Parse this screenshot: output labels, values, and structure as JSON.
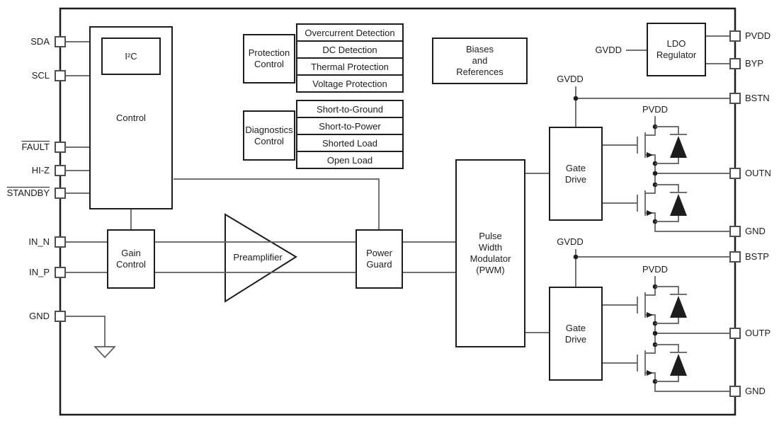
{
  "colors": {
    "wire": "#5c5c5c",
    "block_border": "#1d1d1d",
    "pin_border": "#4f4f4f",
    "background": "#ffffff"
  },
  "pins": {
    "left": [
      {
        "label": "SDA",
        "active_low": false
      },
      {
        "label": "SCL",
        "active_low": false
      },
      {
        "label": "FAULT",
        "active_low": true
      },
      {
        "label": "HI-Z",
        "active_low": false
      },
      {
        "label": "STANDBY",
        "active_low": true
      },
      {
        "label": "IN_N",
        "active_low": false
      },
      {
        "label": "IN_P",
        "active_low": false
      },
      {
        "label": "GND",
        "active_low": false
      }
    ],
    "right": [
      {
        "label": "PVDD"
      },
      {
        "label": "BYP"
      },
      {
        "label": "BSTN"
      },
      {
        "label": "OUTN"
      },
      {
        "label": "GND"
      },
      {
        "label": "BSTP"
      },
      {
        "label": "OUTP"
      },
      {
        "label": "GND"
      }
    ]
  },
  "blocks": {
    "control": "Control",
    "i2c": "I²C",
    "protection_control": "Protection\nControl",
    "protection_items": [
      "Overcurrent Detection",
      "DC Detection",
      "Thermal Protection",
      "Voltage Protection"
    ],
    "diagnostics_control": "Diagnostics\nControl",
    "diagnostics_items": [
      "Short-to-Ground",
      "Short-to-Power",
      "Shorted Load",
      "Open Load"
    ],
    "biases_references": "Biases\nand\nReferences",
    "ldo_regulator": "LDO\nRegulator",
    "gain_control": "Gain\nControl",
    "preamplifier": "Preamplifier",
    "power_guard": "Power\nGuard",
    "pwm": "Pulse\nWidth\nModulator\n(PWM)",
    "gate_drive_n": "Gate\nDrive",
    "gate_drive_p": "Gate\nDrive"
  },
  "net_labels": {
    "gvdd_ldo": "GVDD",
    "gvdd_n": "GVDD",
    "gvdd_p": "GVDD",
    "pvdd_n": "PVDD",
    "pvdd_p": "PVDD"
  }
}
